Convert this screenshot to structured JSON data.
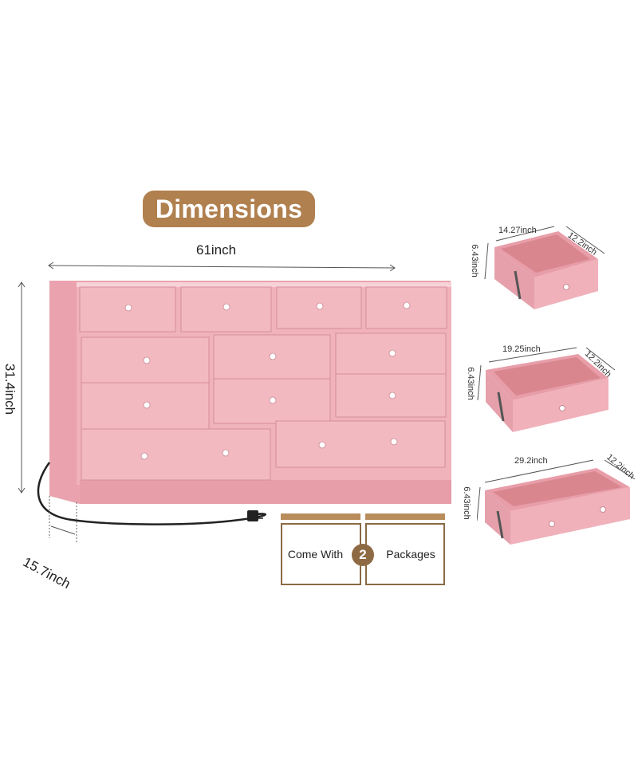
{
  "header": {
    "title": "Dimensions"
  },
  "dresser": {
    "width_label": "61inch",
    "height_label": "31.4inch",
    "depth_label": "15.7inch",
    "colors": {
      "body": "#eaa6b0",
      "drawer": "#f2b9c1",
      "shadow": "#d58e99",
      "knob": "#ffffff",
      "cord": "#222222"
    }
  },
  "packages": {
    "left_text": "Come With",
    "count": "2",
    "right_text": "Packages",
    "accent": "#b0804f"
  },
  "drawers": [
    {
      "width_label": "14.27inch",
      "depth_label": "12.2inch",
      "height_label": "6.43inch"
    },
    {
      "width_label": "19.25inch",
      "depth_label": "12.2inch",
      "height_label": "6.43inch"
    },
    {
      "width_label": "29.2inch",
      "depth_label": "12.2inch",
      "height_label": "6.43inch"
    }
  ]
}
